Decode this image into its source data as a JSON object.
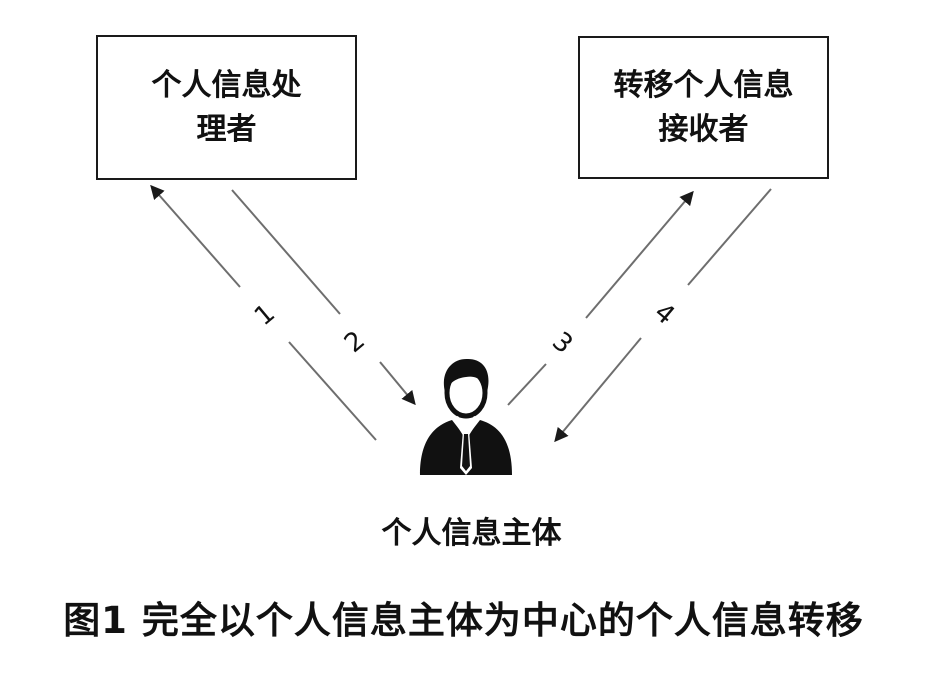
{
  "diagram": {
    "processor_box": {
      "line1": "个人信息处",
      "line2": "理者"
    },
    "receiver_box": {
      "line1": "转移个人信息",
      "line2": "接收者"
    },
    "subject_label": "个人信息主体",
    "arrows": [
      {
        "number": "1",
        "from": "个人信息主体",
        "to": "个人信息处理者"
      },
      {
        "number": "2",
        "from": "个人信息处理者",
        "to": "个人信息主体"
      },
      {
        "number": "3",
        "from": "个人信息主体",
        "to": "转移个人信息接收者"
      },
      {
        "number": "4",
        "from": "转移个人信息接收者",
        "to": "个人信息主体"
      }
    ],
    "icon": "person-in-suit-icon"
  },
  "caption": "图1  完全以个人信息主体为中心的个人信息转移",
  "colors": {
    "line": "#6e6e6e",
    "arrowhead": "#1a1a1a",
    "text": "#111111"
  }
}
